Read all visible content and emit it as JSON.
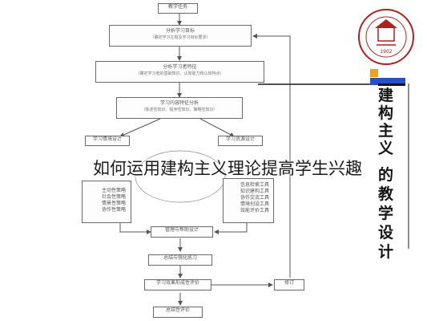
{
  "title": "如何运用建构主义理论提高学生兴趣",
  "vertical_text": [
    "建",
    "构",
    "主",
    "义",
    "的",
    "教",
    "学",
    "设",
    "计"
  ],
  "boxes": {
    "task": "教学任务",
    "goal_1": "分析学习目标",
    "goal_2": "（确定学习主题及学习目标要求）",
    "feat_1": "分析学习者特征",
    "feat_2": "（确定学习者的基础知识、认知能力和认知特点）",
    "content_1": "学习内容特征分析",
    "content_2": "（陈述性知识、程序性知识、策略性知识）",
    "sit_design": "学习情境设计",
    "res_design": "学习资源设计",
    "strat_1": "主动性策略",
    "strat_2": "社会性策略",
    "strat_3": "情景性策略",
    "strat_4": "协作性策略",
    "tool_1": "信息检索工具",
    "tool_2": "知识建构工具",
    "tool_3": "协作交流工具",
    "tool_4": "情境创设工具",
    "tool_5": "效能评价工具",
    "manage": "管理与帮助设计",
    "summary": "总结与强化练习",
    "eval": "学习效果形成性评价",
    "revise": "修订",
    "final": "总结性评价"
  },
  "colors": {
    "arrow": "#555555",
    "accent_blue": "#2850c8",
    "accent_orange": "#f0a020",
    "seal_red": "#b02020"
  }
}
